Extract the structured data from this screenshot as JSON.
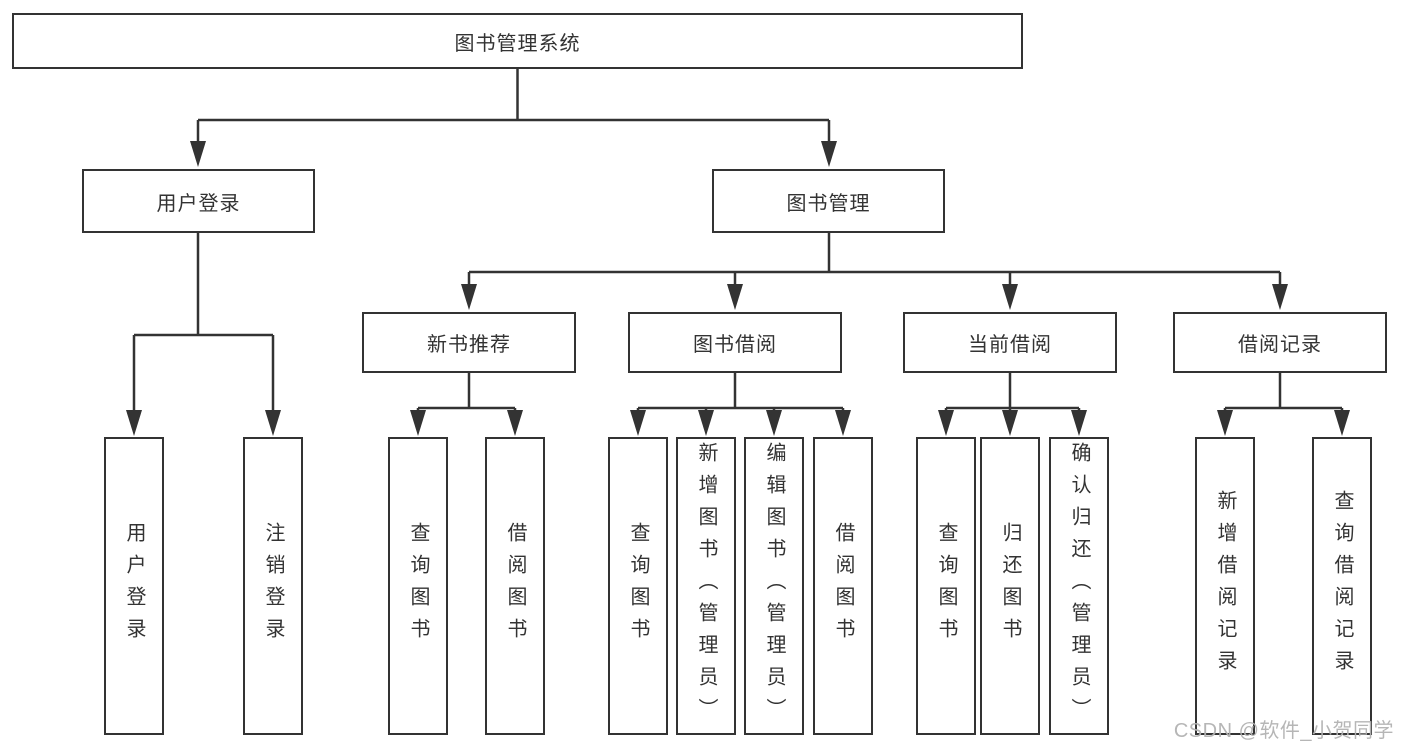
{
  "root": {
    "label": "图书管理系统"
  },
  "user_branch": {
    "label": "用户登录",
    "children": [
      {
        "label": "用户登录"
      },
      {
        "label": "注销登录"
      }
    ]
  },
  "mgmt_branch": {
    "label": "图书管理",
    "groups": [
      {
        "label": "新书推荐",
        "children": [
          {
            "label": "查询图书"
          },
          {
            "label": "借阅图书"
          }
        ]
      },
      {
        "label": "图书借阅",
        "children": [
          {
            "label": "查询图书"
          },
          {
            "label": "新增图书（管理员）"
          },
          {
            "label": "编辑图书（管理员）"
          },
          {
            "label": "借阅图书"
          }
        ]
      },
      {
        "label": "当前借阅",
        "children": [
          {
            "label": "查询图书"
          },
          {
            "label": "归还图书"
          },
          {
            "label": "确认归还（管理员）"
          }
        ]
      },
      {
        "label": "借阅记录",
        "children": [
          {
            "label": "新增借阅记录"
          },
          {
            "label": "查询借阅记录"
          }
        ]
      }
    ]
  },
  "watermark": {
    "text": "CSDN @软件_小贺同学"
  },
  "colors": {
    "line": "#333333",
    "text": "#333333",
    "box_border": "#333333",
    "background": "#ffffff",
    "watermark": "#b3b3b3"
  }
}
